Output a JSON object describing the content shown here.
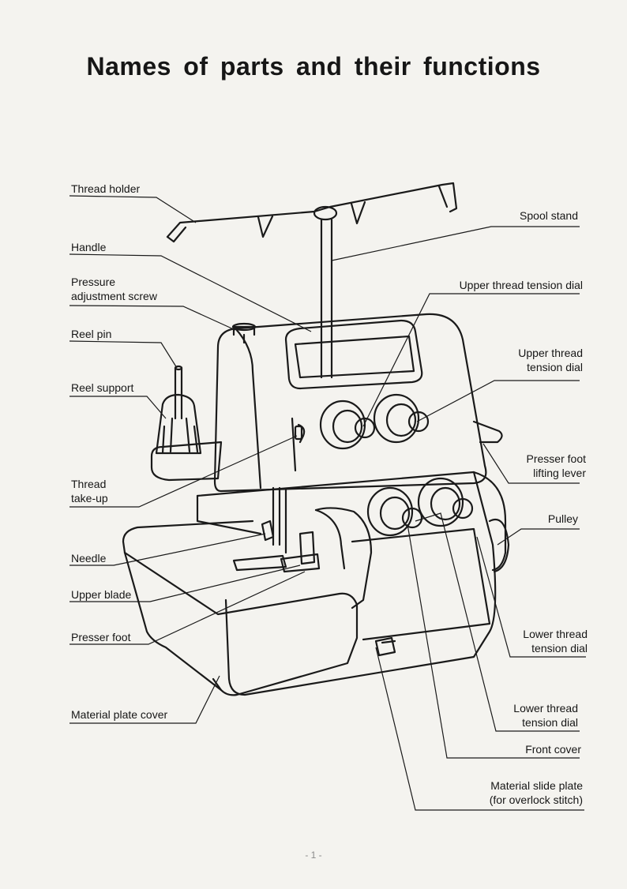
{
  "title": "Names of parts and their functions",
  "labels": {
    "thread_holder": "Thread holder",
    "handle": "Handle",
    "pressure_adjustment_screw_1": "Pressure",
    "pressure_adjustment_screw_2": "adjustment screw",
    "reel_pin": "Reel pin",
    "reel_support": "Reel support",
    "thread_take_up_1": "Thread",
    "thread_take_up_2": "take-up",
    "needle": "Needle",
    "upper_blade": "Upper blade",
    "presser_foot": "Presser foot",
    "material_plate_cover": "Material plate cover",
    "spool_stand": "Spool stand",
    "upper_thread_tension_dial_a": "Upper thread tension dial",
    "upper_thread_tension_dial_b1": "Upper thread",
    "upper_thread_tension_dial_b2": "tension dial",
    "presser_foot_lifting_lever_1": "Presser foot",
    "presser_foot_lifting_lever_2": "lifting lever",
    "pulley": "Pulley",
    "lower_thread_tension_dial_a1": "Lower thread",
    "lower_thread_tension_dial_a2": "tension dial",
    "lower_thread_tension_dial_b1": "Lower thread",
    "lower_thread_tension_dial_b2": "tension dial",
    "front_cover": "Front cover",
    "material_slide_plate_1": "Material slide plate",
    "material_slide_plate_2": "(for overlock stitch)"
  },
  "page_number": "- 1 -"
}
